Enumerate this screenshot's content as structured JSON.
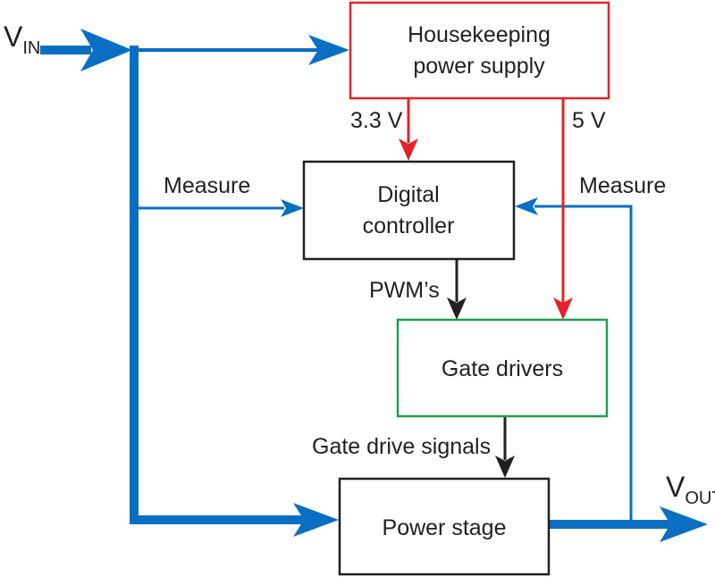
{
  "colors": {
    "power": "#0a6fc2",
    "housekeeping": "#e5222b",
    "gate_driver_border": "#1aa14a",
    "signal": "#231f20",
    "box_border": "#231f20"
  },
  "inputs": {
    "vin_main": "V",
    "vin_sub": "IN",
    "vout_main": "V",
    "vout_sub": "OUT"
  },
  "blocks": {
    "housekeeping_line1": "Housekeeping",
    "housekeeping_line2": "power supply",
    "controller_line1": "Digital",
    "controller_line2": "controller",
    "gate_drivers": "Gate drivers",
    "power_stage": "Power stage"
  },
  "labels": {
    "rail_3v3": "3.3 V",
    "rail_5v": "5 V",
    "measure_left": "Measure",
    "measure_right": "Measure",
    "pwm": "PWM’s",
    "gate_drive_signals": "Gate drive signals"
  }
}
